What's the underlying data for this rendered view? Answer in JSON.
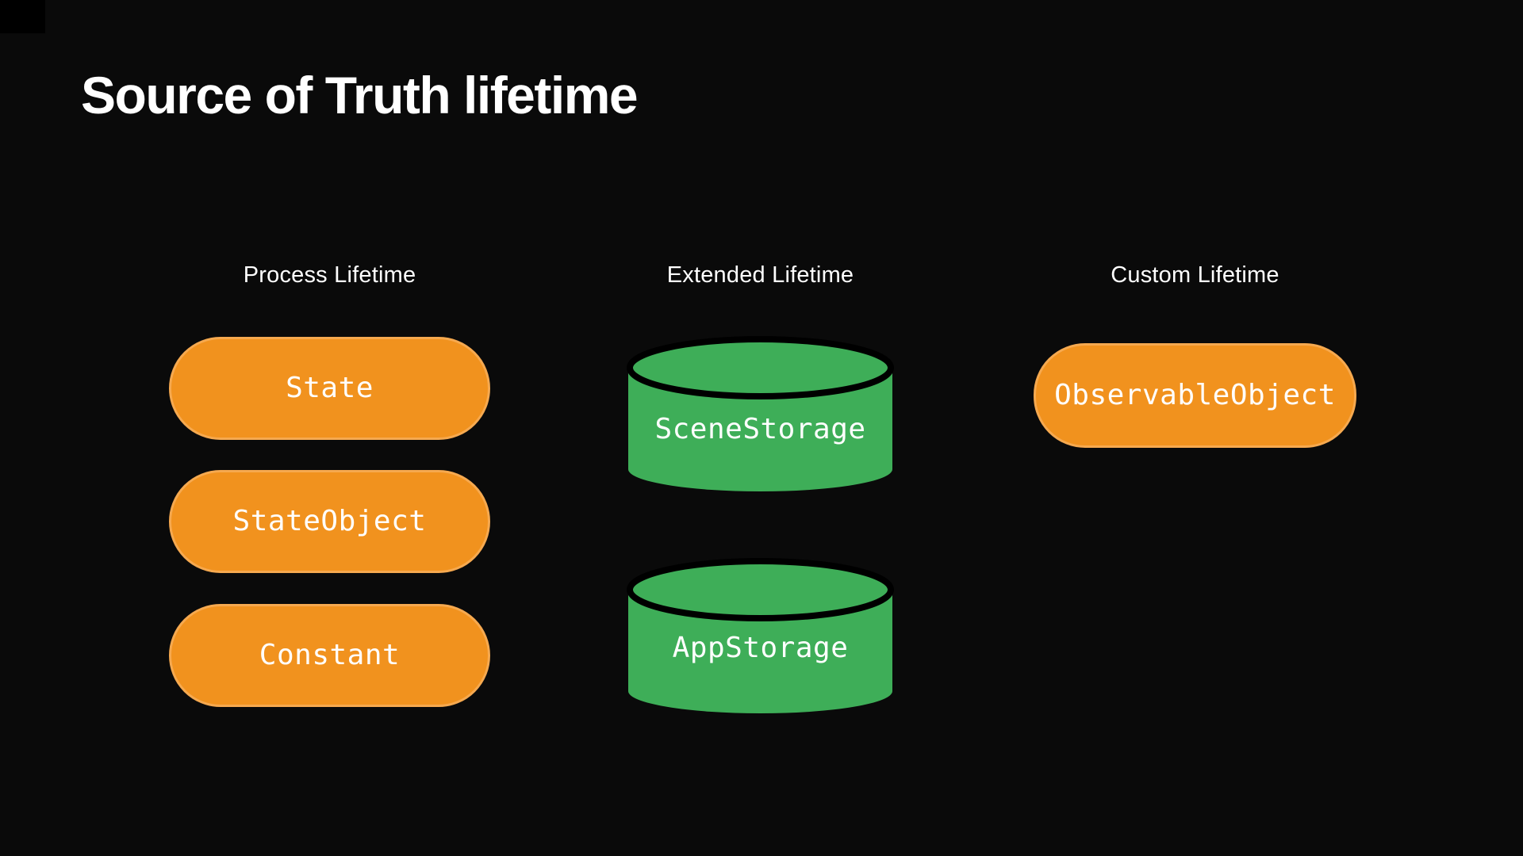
{
  "slide": {
    "title": "Source of Truth lifetime"
  },
  "colors": {
    "background": "#0a0a0a",
    "pill_fill": "#f1921e",
    "pill_border": "#f6a94f",
    "cylinder_fill": "#3eae58",
    "cylinder_divider": "#000000",
    "text": "#ffffff"
  },
  "columns": [
    {
      "header": "Process Lifetime",
      "items": [
        {
          "shape": "pill",
          "label": "State"
        },
        {
          "shape": "pill",
          "label": "StateObject"
        },
        {
          "shape": "pill",
          "label": "Constant"
        }
      ]
    },
    {
      "header": "Extended Lifetime",
      "items": [
        {
          "shape": "cylinder",
          "label": "SceneStorage"
        },
        {
          "shape": "cylinder",
          "label": "AppStorage"
        }
      ]
    },
    {
      "header": "Custom Lifetime",
      "items": [
        {
          "shape": "pill",
          "label": "ObservableObject"
        }
      ]
    }
  ]
}
